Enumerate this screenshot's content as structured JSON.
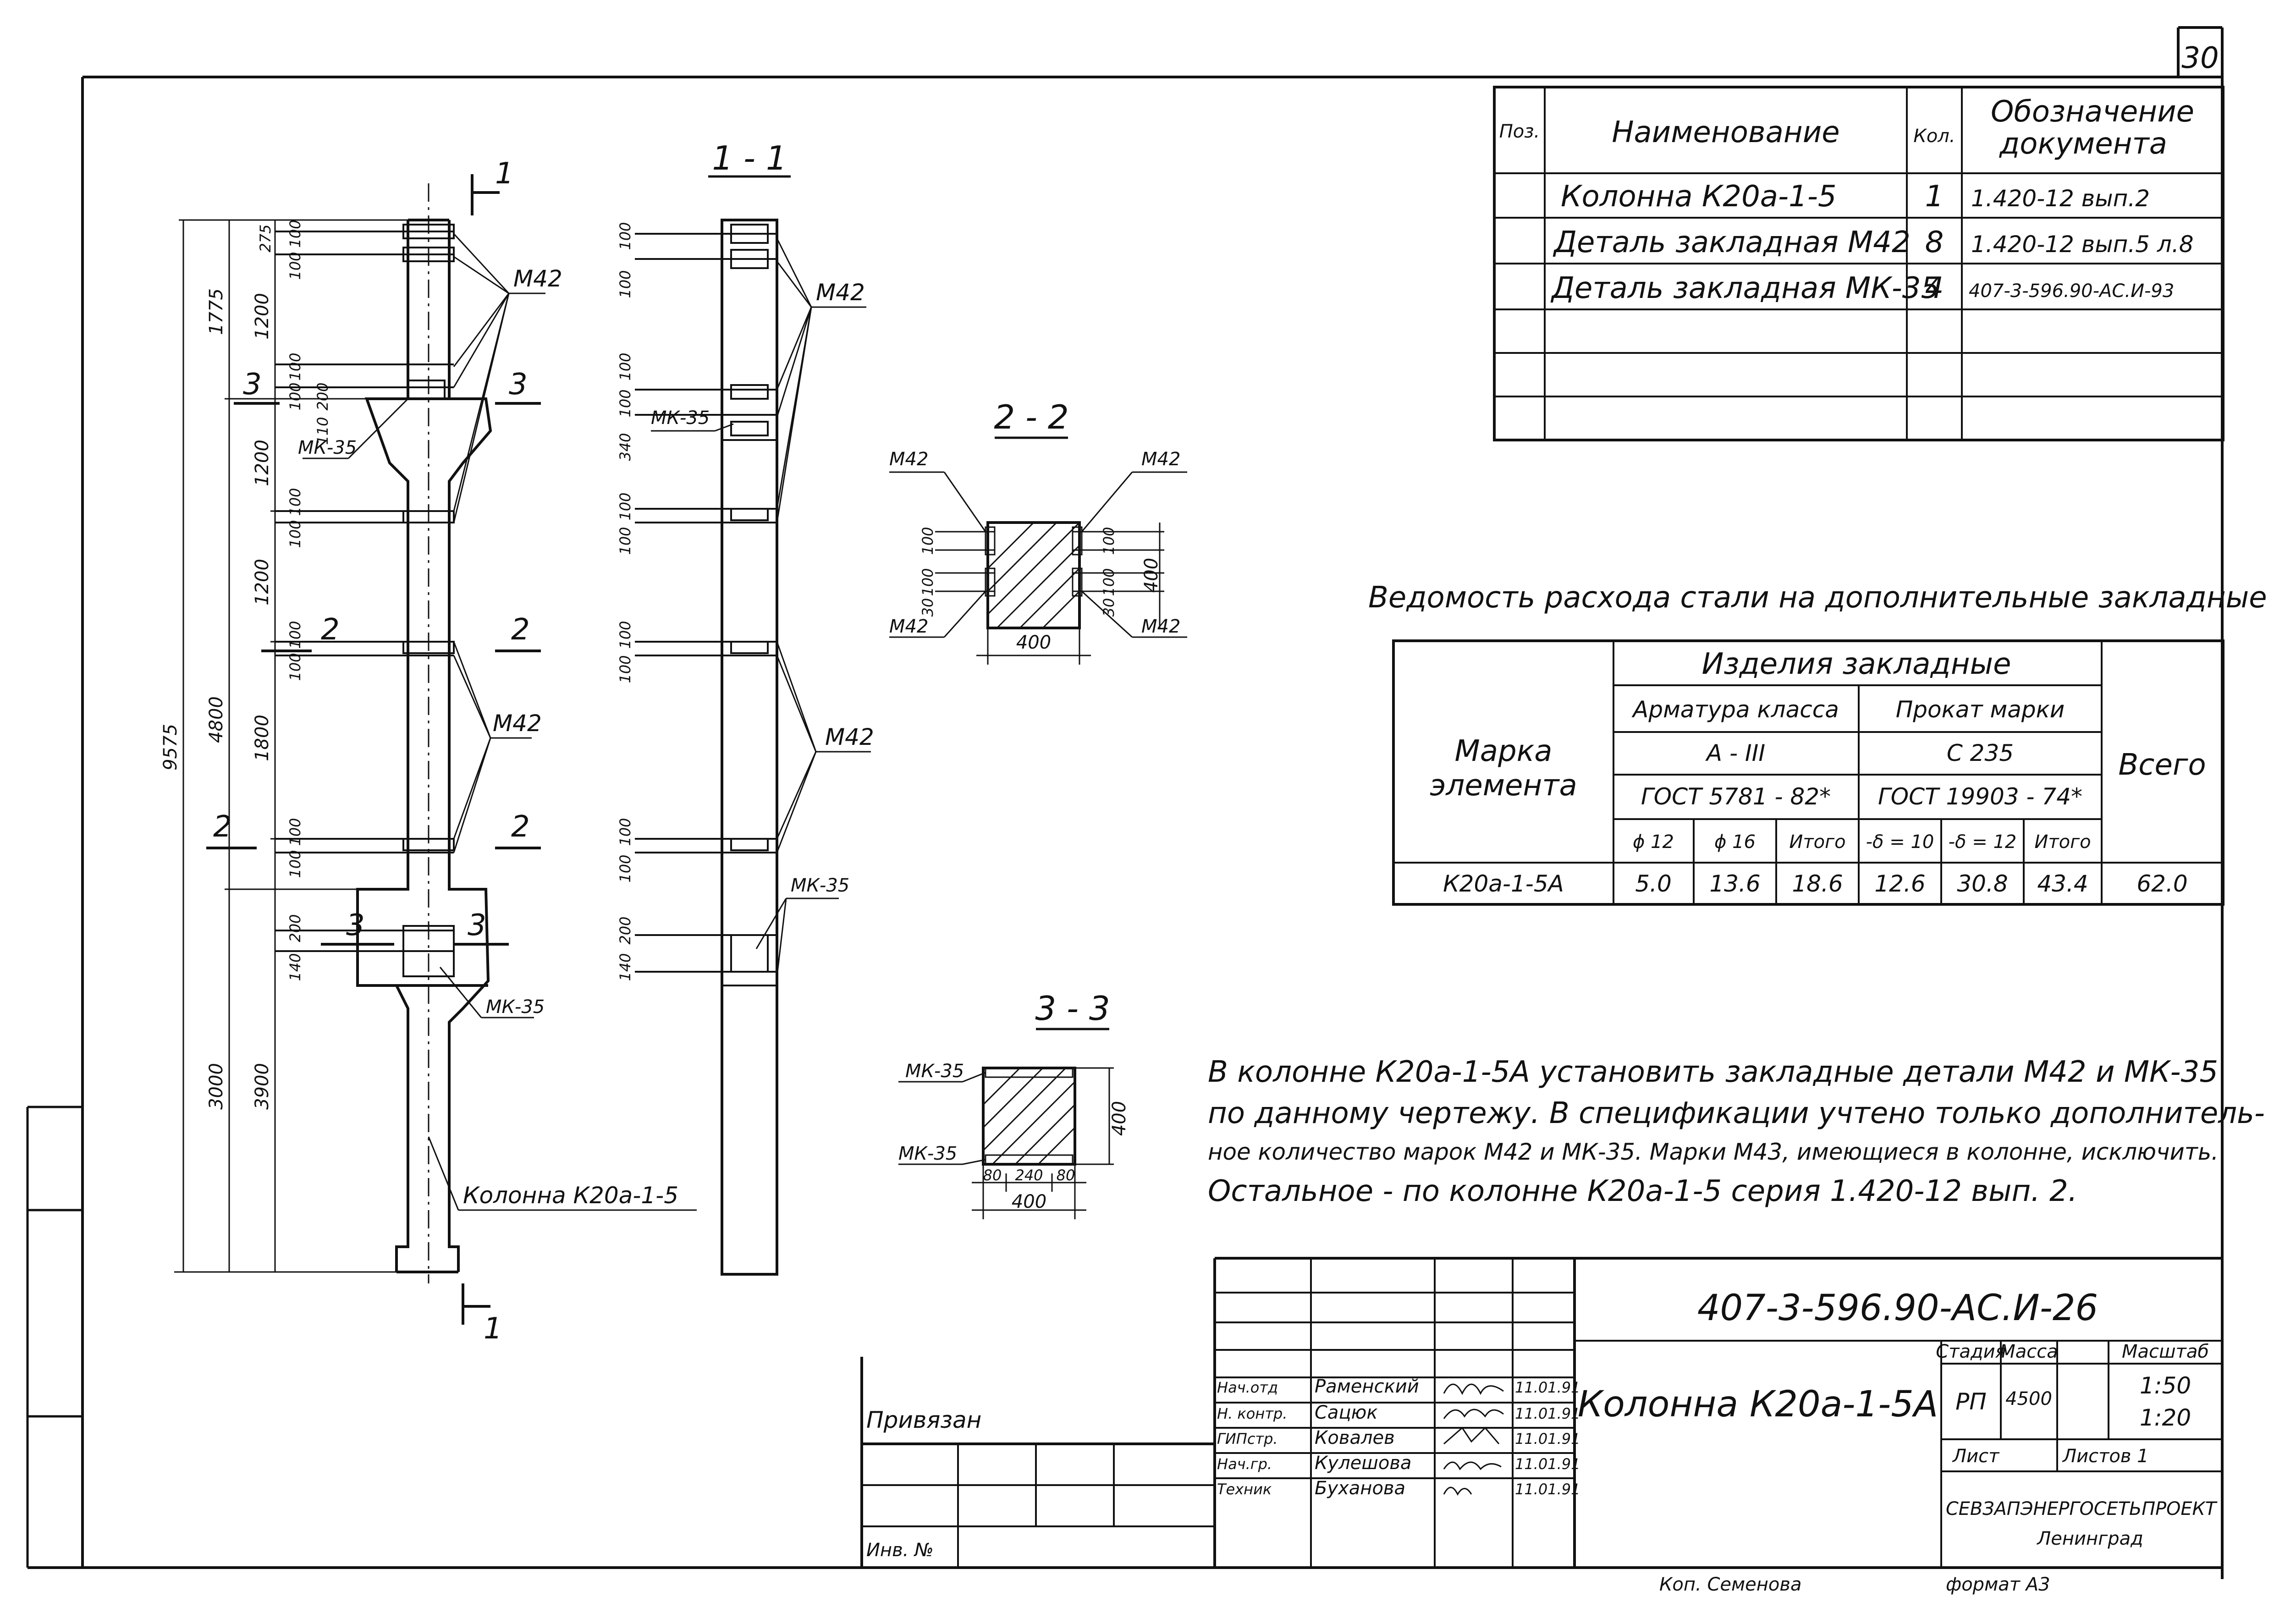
{
  "sheet": {
    "page_number": "30",
    "document_code": "407-3-596.90-АС.И-26",
    "title": "Колонна К20а-1-5А",
    "stage_label": "Стадия",
    "stage": "РП",
    "mass_label": "Масса",
    "mass": "4500",
    "scale_label": "Масштаб",
    "scale_1": "1:50",
    "scale_2": "1:20",
    "sheet_label": "Лист",
    "sheets_label": "Листов 1",
    "organization": "СЕВЗАПЭНЕРГОСЕТЬПРОЕКТ",
    "city": "Ленинград",
    "tied_label": "Привязан",
    "inv_label": "Инв. №",
    "copied_by": "Коп. Семенова",
    "format": "формат А3"
  },
  "signatures": [
    {
      "role": "Нач.отд",
      "name": "Раменский",
      "date": "11.01.91"
    },
    {
      "role": "Н. контр.",
      "name": "Сацюк",
      "date": "11.01.91"
    },
    {
      "role": "ГИПстр.",
      "name": "Ковалев",
      "date": "11.01.91"
    },
    {
      "role": "Нач.гр.",
      "name": "Кулешова",
      "date": "11.01.91"
    },
    {
      "role": "Техник",
      "name": "Буханова",
      "date": "11.01.91"
    }
  ],
  "spec": {
    "headers": {
      "pos": "Поз.",
      "name": "Наименование",
      "qty": "Кол.",
      "doc_1": "Обозначение",
      "doc_2": "документа"
    },
    "rows": [
      {
        "pos": "",
        "name": "Колонна К20а-1-5",
        "qty": "1",
        "doc": "1.420-12   вып.2"
      },
      {
        "pos": "",
        "name": "Деталь закладная  М42",
        "qty": "8",
        "doc": "1.420-12  вып.5 л.8"
      },
      {
        "pos": "",
        "name": "Деталь закладная МК-35",
        "qty": "4",
        "doc": "407-3-596.90-АС.И-93"
      },
      {
        "pos": "",
        "name": "",
        "qty": "",
        "doc": ""
      },
      {
        "pos": "",
        "name": "",
        "qty": "",
        "doc": ""
      },
      {
        "pos": "",
        "name": "",
        "qty": "",
        "doc": ""
      }
    ]
  },
  "steel": {
    "title": "Ведомость расхода стали на дополнительные закладные изделия, кг",
    "col_mark_1": "Марка",
    "col_mark_2": "элемента",
    "group": "Изделия   закладные",
    "rebar_label": "Арматура класса",
    "rebar_class": "А - III",
    "rebar_std": "ГОСТ 5781 - 82*",
    "rolled_label": "Прокат   марки",
    "rolled_class": "С 235",
    "rolled_std": "ГОСТ 19903 - 74*",
    "total_label": "Всего",
    "sub_1": "ϕ 12",
    "sub_2": "ϕ 16",
    "sub_3": "Итого",
    "sub_4": "-δ = 10",
    "sub_5": "-δ = 12",
    "sub_6": "Итого",
    "row": {
      "mark": "К20а-1-5А",
      "v1": "5.0",
      "v2": "13.6",
      "v3": "18.6",
      "v4": "12.6",
      "v5": "30.8",
      "v6": "43.4",
      "total": "62.0"
    }
  },
  "notes": {
    "line_1": "В колонне К20а-1-5А установить  закладные детали  М42  и  МК-35",
    "line_2": "по данному чертежу. В спецификации учтено только дополнитель-",
    "line_3": "ное количество марок М42 и МК-35.  Марки М43, имеющиеся в колонне, исключить.",
    "line_4": "Остальное - по колонне   К20а-1-5 серия  1.420-12   вып. 2."
  },
  "drawing": {
    "label_m42": "М42",
    "label_mk35": "МК-35",
    "column_note": "Колонна К20а-1-5",
    "section_1": "1 - 1",
    "section_2": "2 - 2",
    "section_3": "3 - 3",
    "cut_1": "1",
    "cut_2": "2",
    "cut_3": "3",
    "dim_total": "9575",
    "dim_upper": "1775",
    "dim_4800": "4800",
    "dim_3000": "3000",
    "dim_3900": "3900",
    "dim_1200": "1200",
    "dim_1800": "1800",
    "dim_275": "275",
    "dim_100": "100",
    "dim_200": "200",
    "dim_140": "140",
    "dim_110": "110",
    "dim_340": "340",
    "dim_30": "30",
    "dim_400": "400",
    "dim_240": "240",
    "dim_80": "80"
  }
}
